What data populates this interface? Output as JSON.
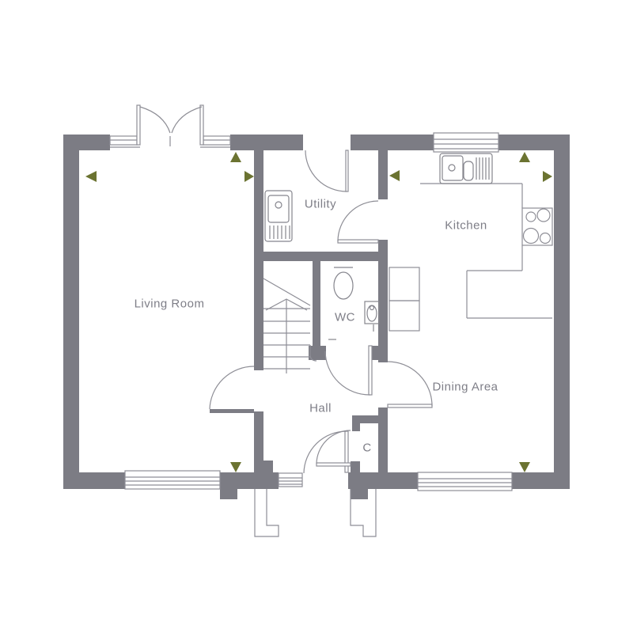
{
  "plan": {
    "type": "ground-floor-plan",
    "colors": {
      "background": "#ffffff",
      "wall": "#7c7c84",
      "line": "#8e8e96",
      "marker": "#6b7331",
      "label_text": "#7e7e87"
    }
  },
  "rooms": [
    {
      "id": "living-room",
      "label": "Living Room"
    },
    {
      "id": "utility",
      "label": "Utility"
    },
    {
      "id": "kitchen",
      "label": "Kitchen"
    },
    {
      "id": "wc",
      "label": "WC"
    },
    {
      "id": "hall",
      "label": "Hall"
    },
    {
      "id": "dining-area",
      "label": "Dining Area"
    },
    {
      "id": "cupboard",
      "label": "C"
    }
  ],
  "fixtures": [
    "utility-sink",
    "kitchen-sink-drainer",
    "hob-4-ring",
    "toilet",
    "basin",
    "stairs-up",
    "kitchen-counter",
    "appliance-units"
  ],
  "openings": [
    "french-doors-top",
    "utility-back-door",
    "utility-kitchen-door",
    "wc-door",
    "living-room-door",
    "hall-dining-door",
    "front-door",
    "cupboard-door",
    "window-living-room",
    "window-dining",
    "window-kitchen",
    "front-sidelight"
  ],
  "direction_markers": [
    {
      "direction": "left",
      "near": "living-room-top-left"
    },
    {
      "direction": "up",
      "near": "living-room-top-right"
    },
    {
      "direction": "right",
      "near": "living-room-top-right"
    },
    {
      "direction": "left",
      "near": "kitchen-left"
    },
    {
      "direction": "up",
      "near": "kitchen-window"
    },
    {
      "direction": "right",
      "near": "kitchen-right"
    },
    {
      "direction": "down",
      "near": "living-room-bottom"
    },
    {
      "direction": "down",
      "near": "dining-bottom"
    }
  ]
}
